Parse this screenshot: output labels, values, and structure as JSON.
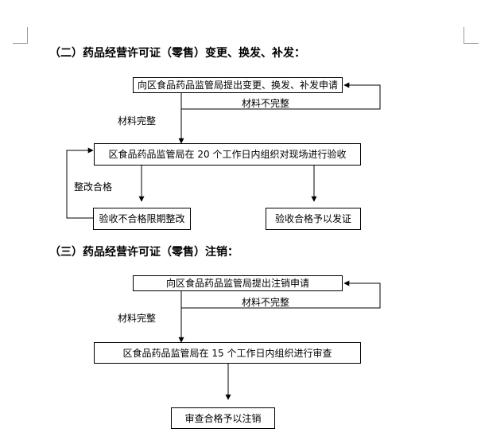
{
  "section2": {
    "heading": "（二）药品经营许可证（零售）变更、换发、补发：",
    "step_apply": "向区食品药品监管局提出变更、换发、补发申请",
    "label_incomplete": "材料不完整",
    "label_complete": "材料完整",
    "step_inspect": "区食品药品监管局在 20 个工作日内组织对现场进行验收",
    "label_rectified": "整改合格",
    "step_fail": "验收不合格限期整改",
    "step_pass": "验收合格予以发证"
  },
  "section3": {
    "heading": "（三）药品经营许可证（零售）注销：",
    "step_apply": "向区食品药品监管局提出注销申请",
    "label_incomplete": "材料不完整",
    "label_complete": "材料完整",
    "step_review": "区食品药品监管局在 15 个工作日内组织进行审查",
    "step_done": "审查合格予以注销"
  }
}
